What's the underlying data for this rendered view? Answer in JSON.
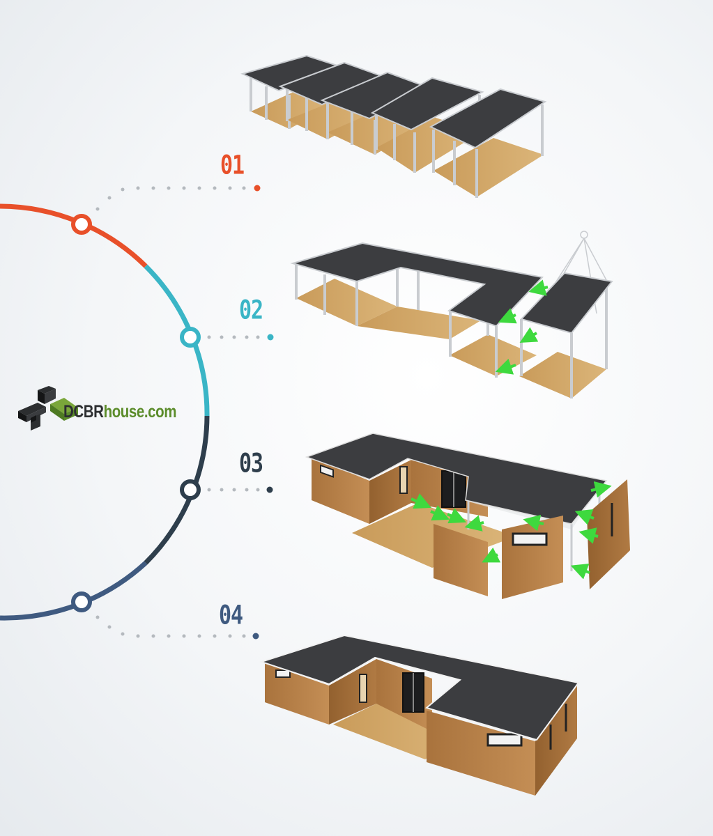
{
  "brand": {
    "name_dark": "DCBR",
    "name_green": "house.com",
    "colors": {
      "dark": "#2c2e30",
      "green": "#5b8c2a"
    }
  },
  "steps": [
    {
      "number": "01",
      "color": "#e8502a"
    },
    {
      "number": "02",
      "color": "#3ab5c6"
    },
    {
      "number": "03",
      "color": "#2e3e4c"
    },
    {
      "number": "04",
      "color": "#3f5a80"
    }
  ],
  "colors": {
    "roof": "#3c3d40",
    "frame": "#c9ccd0",
    "wood_floor": "#d3a865",
    "wood_wall": "#b8824a",
    "arrow": "#3ed93e"
  }
}
